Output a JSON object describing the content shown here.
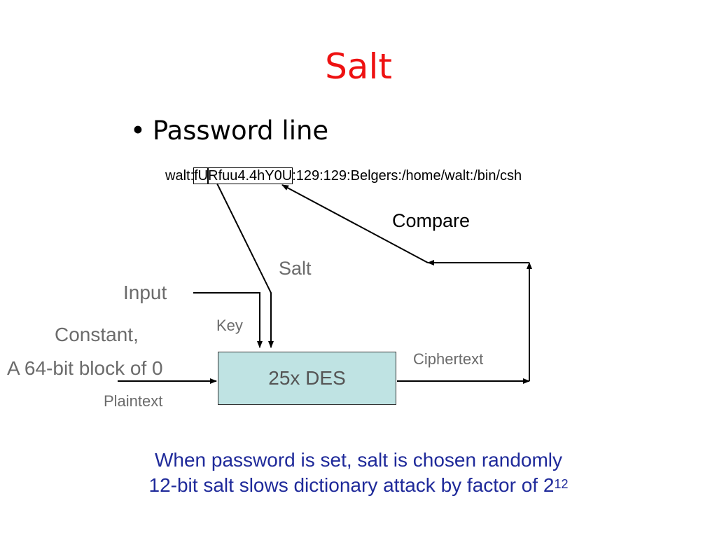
{
  "slide": {
    "title": "Salt",
    "bullet": "Password line",
    "password_line": {
      "prefix": "walt:",
      "salt": "fU",
      "hash": "Rfuu4.4hY0U",
      "suffix": ":129:129:Belgers:/home/walt:/bin/csh"
    },
    "labels": {
      "compare": "Compare",
      "salt": "Salt",
      "input": "Input",
      "key": "Key",
      "constant": "Constant,",
      "block": "A 64-bit block of 0",
      "plaintext": "Plaintext",
      "ciphertext": "Ciphertext",
      "des": "25x DES"
    },
    "footer": {
      "line1": "When password is set, salt is chosen randomly",
      "line2_text": "12-bit salt slows dictionary attack by factor of 2",
      "line2_exponent": "12"
    }
  },
  "colors": {
    "title": "#ee1111",
    "footer": "#1f2a9a",
    "label_gray": "#6b6b6b",
    "des_fill": "#bfe3e3"
  }
}
